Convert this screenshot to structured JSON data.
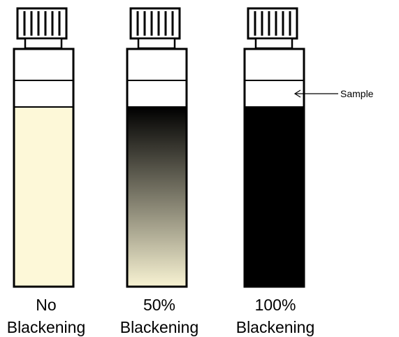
{
  "tubes": [
    {
      "label_top": "No",
      "label_bottom": "Blackening",
      "fill_colors": {
        "top": "#fdf8d8",
        "bottom": "#fdf8d8"
      }
    },
    {
      "label_top": "50%",
      "label_bottom": "Blackening",
      "fill_colors": {
        "top": "#000000",
        "bottom": "#f7f2d2"
      }
    },
    {
      "label_top": "100%",
      "label_bottom": "Blackening",
      "fill_colors": {
        "top": "#000000",
        "bottom": "#000000"
      }
    }
  ],
  "callout": {
    "text": "Sample"
  },
  "colors": {
    "outline": "#000000",
    "cap_fill": "#ffffff",
    "background": "#ffffff"
  }
}
